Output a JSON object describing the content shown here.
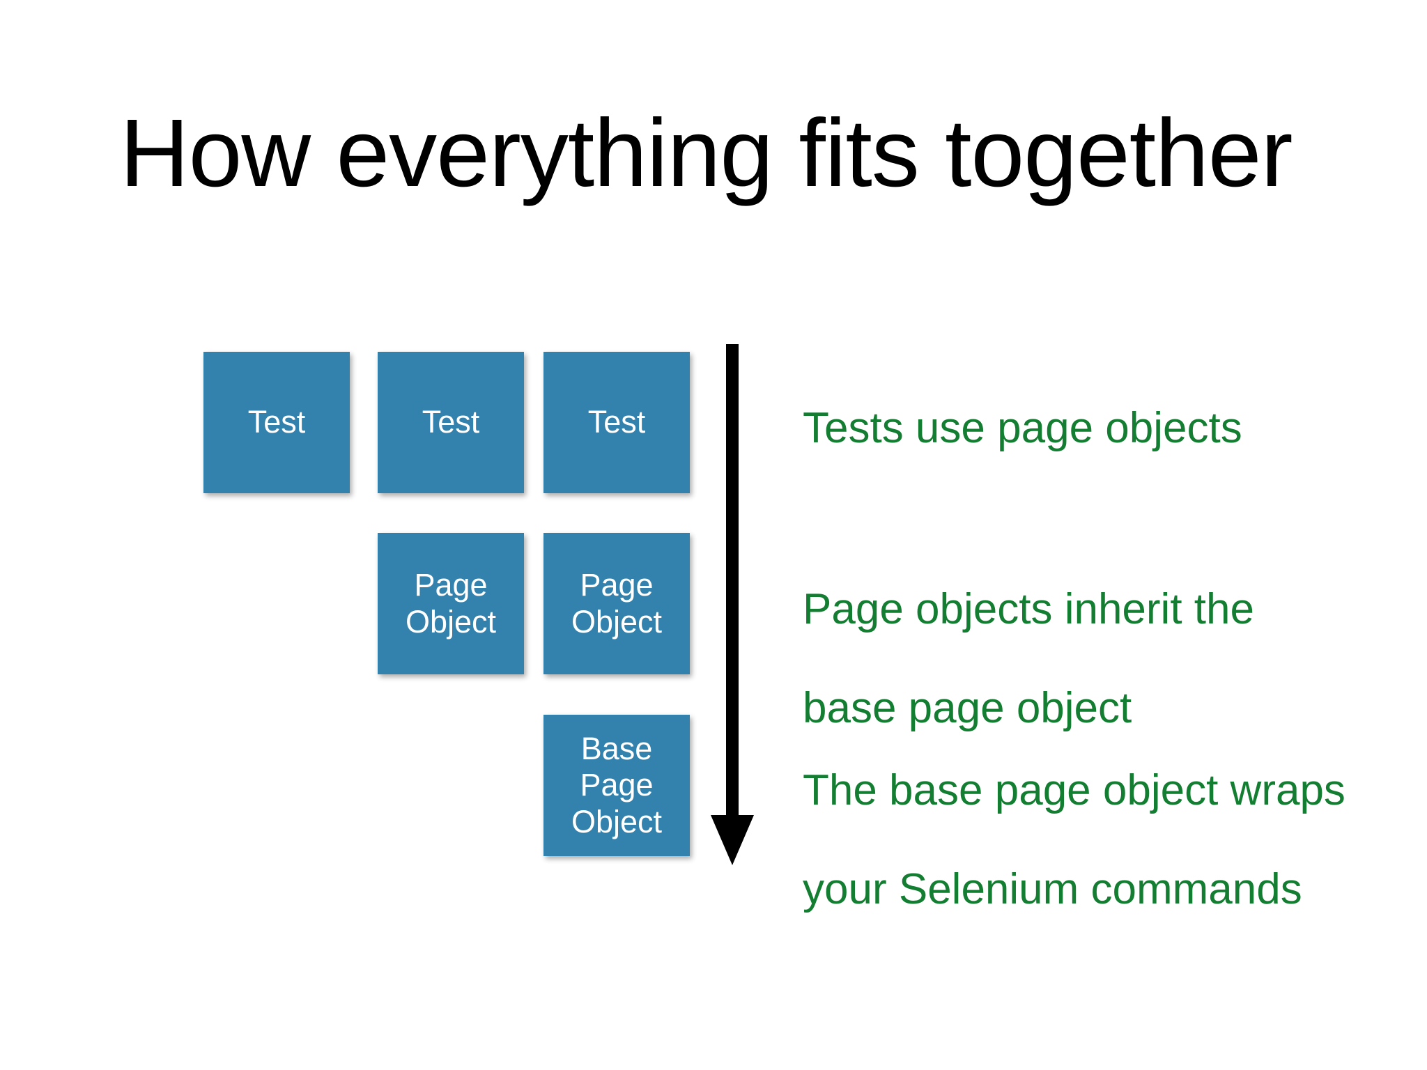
{
  "slide": {
    "title": "How everything fits together",
    "background_color": "#ffffff"
  },
  "theme": {
    "box_fill": "#3382ad",
    "box_text_color": "#ffffff",
    "callout_color": "#137e31",
    "arrow_color": "#000000",
    "title_color": "#000000"
  },
  "diagram": {
    "rows": [
      {
        "name": "tests",
        "boxes": [
          {
            "label": "Test"
          },
          {
            "label": "Test"
          },
          {
            "label": "Test"
          }
        ]
      },
      {
        "name": "page-objects",
        "boxes": [
          {
            "label": "Page\nObject",
            "line1": "Page",
            "line2": "Object"
          },
          {
            "label": "Page\nObject",
            "line1": "Page",
            "line2": "Object"
          }
        ]
      },
      {
        "name": "base-page-object",
        "boxes": [
          {
            "label": "Base\nPage\nObject",
            "line1": "Base",
            "line2": "Page",
            "line3": "Object"
          }
        ]
      }
    ],
    "arrow": {
      "direction": "down",
      "semantic": "down-arrow-icon"
    }
  },
  "callouts": [
    {
      "id": "tests-use-page-objects",
      "lines": [
        "Tests use page objects"
      ]
    },
    {
      "id": "page-objects-inherit",
      "lines": [
        "Page objects inherit the",
        "base page object"
      ]
    },
    {
      "id": "base-page-object-wraps",
      "lines": [
        "The base page object wraps",
        "your Selenium commands"
      ]
    }
  ]
}
